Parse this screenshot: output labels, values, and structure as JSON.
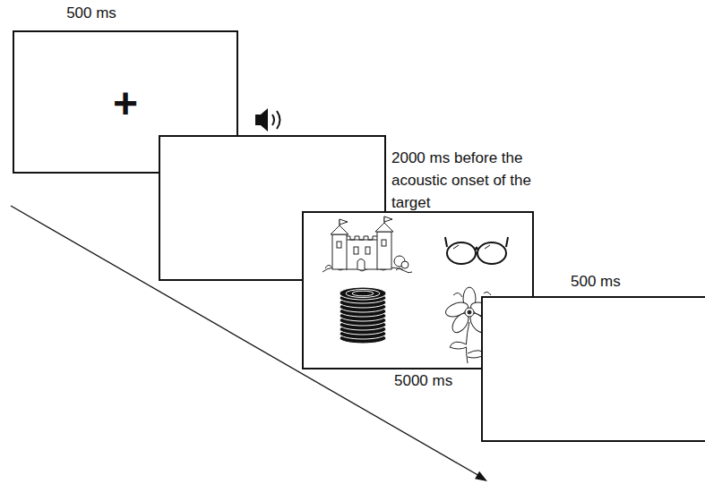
{
  "diagram": {
    "nodes": [
      {
        "text": [
          "500 ms",
          "+"
        ]
      },
      {
        "text": [
          "2000 ms before the acoustic onset of the target"
        ]
      },
      {
        "text": [
          "5000 ms"
        ]
      },
      {
        "text": [
          "500 ms"
        ]
      }
    ]
  }
}
